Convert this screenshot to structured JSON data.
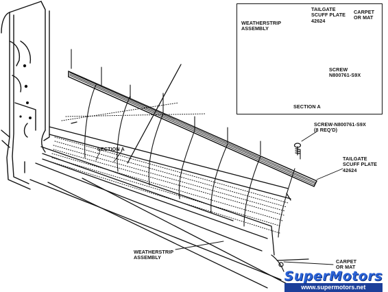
{
  "inset": {
    "weatherstrip": "WEATHERSTRIP\nASSEMBLY",
    "scuff_plate": "TAILGATE\nSCUFF PLATE\n42624",
    "carpet": "CARPET\nOR MAT",
    "screw": "SCREW\nN800761-S9X",
    "caption": "SECTION A"
  },
  "main": {
    "screw": "SCREW-N800761-S9X\n(8 REQ'D)",
    "scuff_plate": "TAILGATE\nSCUFF PLATE\n42624",
    "section": "SECTION A",
    "weatherstrip": "WEATHERSTRIP\nASSEMBLY",
    "carpet": "CARPET\nOR MAT"
  },
  "watermark": {
    "logo": "SuperMotors",
    "url": "www.supermotors.net"
  }
}
